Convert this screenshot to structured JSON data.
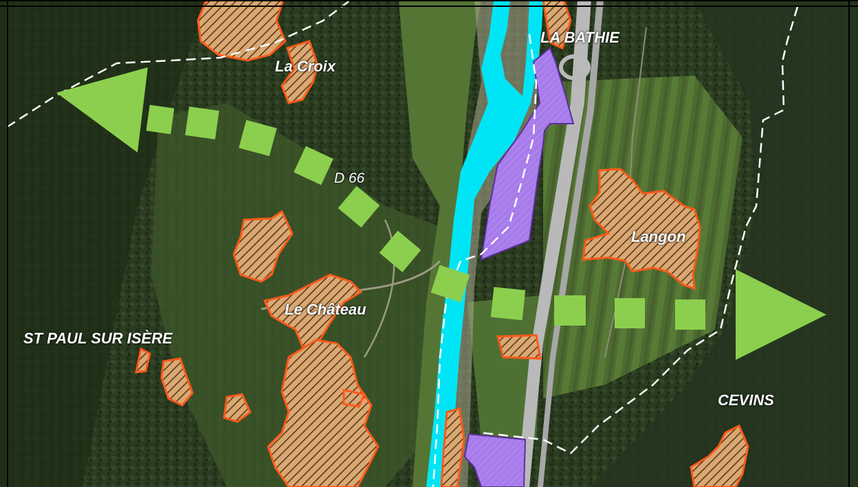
{
  "map": {
    "place_labels": {
      "la_bathie": "LA BATHIE",
      "la_croix": "La Croix",
      "road": "D 66",
      "langon": "Langon",
      "le_chateau": "Le Château",
      "st_paul": "ST PAUL SUR ISÈRE",
      "cevins": "CEVINS"
    },
    "colors": {
      "background_dark": "#1e2a16",
      "forest": "#2c3d21",
      "meadow": "#4f6e33",
      "river": "#00e5f5",
      "built_area_fill": "#d9a873",
      "built_area_stroke": "#ff5a1a",
      "zone_purple": "#a77bea",
      "arrow_green": "#8ccf4e",
      "boundary": "#ffffff",
      "motorway": "#b9b9b9"
    },
    "legend_icons": [
      "green-dashed-arrow-icon",
      "left-arrow-head-icon",
      "right-arrow-head-icon"
    ]
  }
}
